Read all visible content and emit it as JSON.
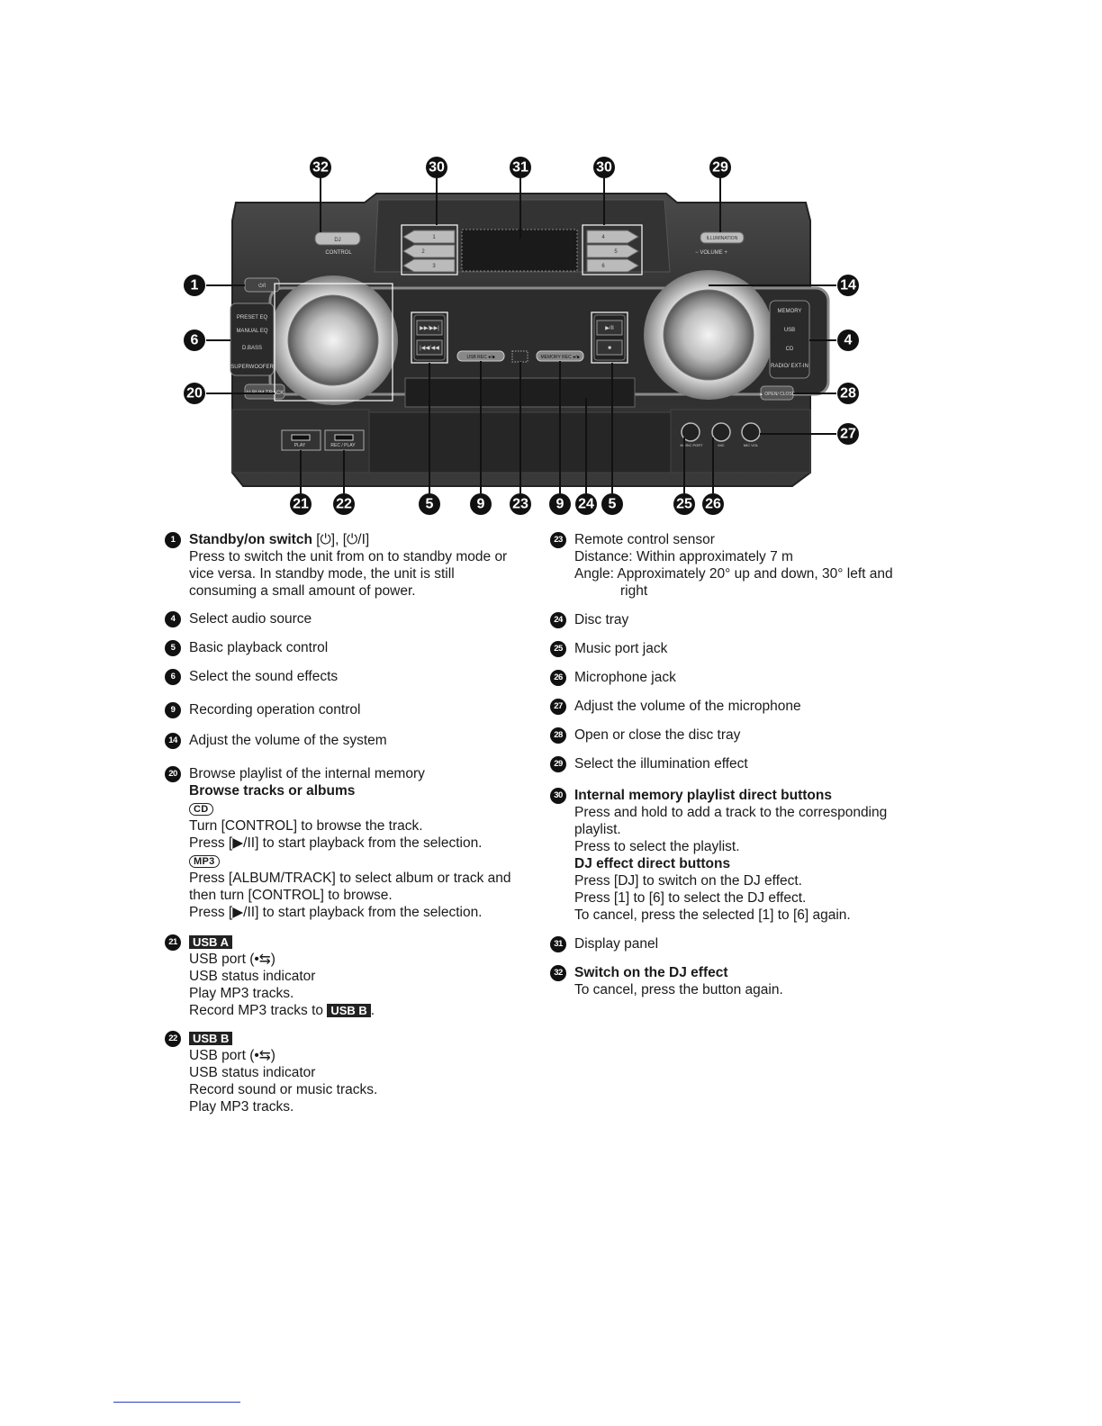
{
  "diagram": {
    "callouts_top": [
      "32",
      "30",
      "31",
      "30",
      "29"
    ],
    "callouts_left": [
      "1",
      "6",
      "20"
    ],
    "callouts_right": [
      "14",
      "4",
      "28",
      "27"
    ],
    "callouts_bottom": [
      "21",
      "22",
      "5",
      "9",
      "23",
      "9",
      "24",
      "5",
      "25",
      "26"
    ],
    "panel_labels": {
      "dj": "DJ",
      "control": "CONTROL",
      "power": "⏻/I",
      "presets_left": [
        "1",
        "2",
        "3"
      ],
      "presets_right": [
        "4",
        "5",
        "6"
      ],
      "illumination": "ILLUMINATION",
      "volume": "−   VOLUME   +",
      "sound_buttons": [
        "PRESET EQ",
        "MANUAL EQ",
        "D.BASS",
        "SUPERWOOFER"
      ],
      "source_buttons": [
        "MEMORY",
        "USB",
        "CD",
        "RADIO/ EXT-IN"
      ],
      "skip_fwd": "▶▶/▶▶|",
      "skip_back": "|◀◀/◀◀",
      "play_pause": "▶/II",
      "stop": "■",
      "usb_rec": "USB REC ●/■",
      "memory_rec": "MEMORY REC ●/■",
      "album_track": "ALBUM TRACK",
      "open_close": "▲ OPEN/ CLOSE",
      "play_usb": "PLAY",
      "rec_play_usb": "REC / PLAY",
      "music_port": "MUSIC PORT",
      "mic": "MIC",
      "mic_vol": "MIC VOL"
    }
  },
  "left_items": [
    {
      "num": "1",
      "title": "Standby/on switch",
      "title_suffix": " [⏻], [⏻/I]",
      "lines": [
        "Press to switch the unit from on to standby mode or",
        "vice versa. In standby mode, the unit is still",
        "consuming a small amount of power."
      ]
    },
    {
      "num": "4",
      "text": "Select audio source"
    },
    {
      "num": "5",
      "text": "Basic playback control"
    },
    {
      "num": "6",
      "text": "Select the sound effects"
    },
    {
      "num": "9",
      "text": "Recording operation control"
    },
    {
      "num": "14",
      "text": "Adjust the volume of the system"
    },
    {
      "num": "20",
      "text": "Browse playlist of the internal memory",
      "bold": "Browse tracks or albums",
      "tag_cd": "CD",
      "cd_lines": [
        "Turn [CONTROL] to browse the track.",
        "Press [▶/II] to start playback from the selection."
      ],
      "tag_mp3": "MP3",
      "mp3_lines": [
        "Press [ALBUM/TRACK] to select album or track and",
        "then turn [CONTROL] to browse.",
        "Press [▶/II] to start playback from the selection."
      ]
    },
    {
      "num": "21",
      "tag": "USB A",
      "lines": [
        "USB port (•⇆)",
        "USB status indicator",
        "Play MP3 tracks."
      ],
      "record_prefix": "Record MP3 tracks to ",
      "record_tag": "USB B",
      "record_suffix": "."
    },
    {
      "num": "22",
      "tag": "USB B",
      "lines": [
        "USB port (•⇆)",
        "USB status indicator",
        "Record sound or music tracks.",
        "Play MP3 tracks."
      ]
    }
  ],
  "right_items": [
    {
      "num": "23",
      "text": "Remote control sensor",
      "lines": [
        "Distance: Within approximately 7 m",
        "Angle: Approximately 20° up and down, 30° left and"
      ],
      "indent_line": "right"
    },
    {
      "num": "24",
      "text": "Disc tray"
    },
    {
      "num": "25",
      "text": "Music port jack"
    },
    {
      "num": "26",
      "text": "Microphone jack"
    },
    {
      "num": "27",
      "text": "Adjust the volume of the microphone"
    },
    {
      "num": "28",
      "text": "Open or close the disc tray"
    },
    {
      "num": "29",
      "text": "Select the illumination effect"
    },
    {
      "num": "30",
      "title": "Internal memory playlist direct buttons",
      "lines": [
        "Press and hold to add a track to the corresponding",
        "playlist.",
        "Press to select the playlist."
      ],
      "bold2": "DJ effect direct buttons",
      "lines2": [
        "Press [DJ] to switch on the DJ effect.",
        "Press [1] to [6] to select the DJ effect.",
        "To cancel, press the selected [1] to [6] again."
      ]
    },
    {
      "num": "31",
      "text": "Display panel"
    },
    {
      "num": "32",
      "title": "Switch on the DJ effect",
      "lines": [
        "To cancel, press the button again."
      ]
    }
  ]
}
